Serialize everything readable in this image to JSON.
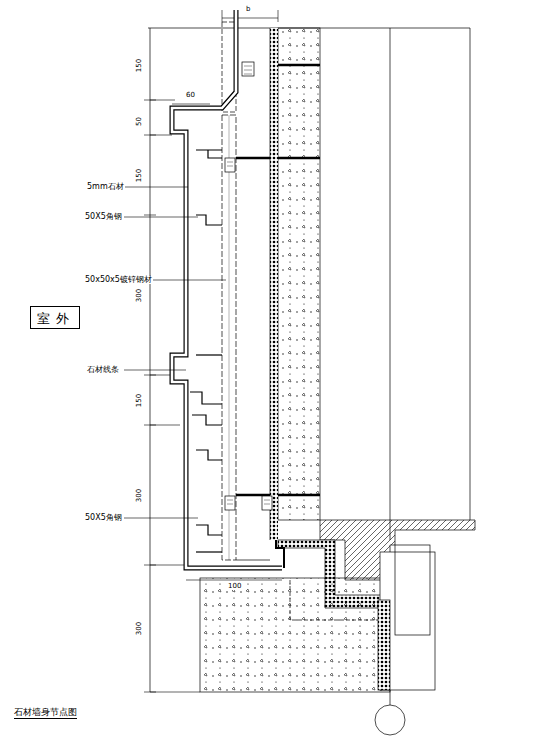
{
  "diagram": {
    "caption": "石材墙身节点图",
    "nodes": [
      {
        "text": [
          "室外"
        ]
      }
    ],
    "labels": [
      "5mm石材",
      "50X5角钢",
      "50x50x5镀锌钢材",
      "石材线条",
      "50X5角钢",
      "150",
      "50",
      "150",
      "300",
      "150",
      "300",
      "300",
      "b",
      "60",
      "100"
    ]
  }
}
